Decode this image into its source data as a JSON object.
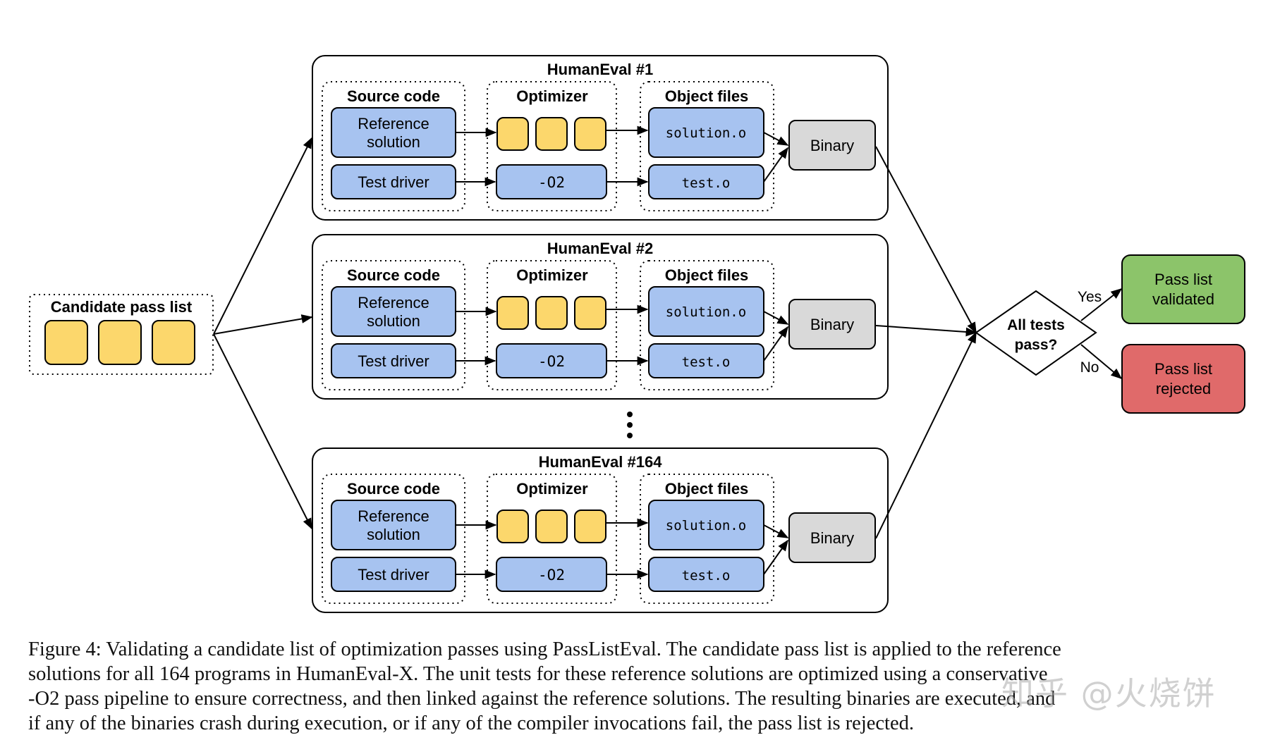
{
  "candidate": {
    "title": "Candidate pass list"
  },
  "groups": [
    {
      "title": "HumanEval #1"
    },
    {
      "title": "HumanEval #2"
    },
    {
      "title": "HumanEval #164"
    }
  ],
  "labels": {
    "source_code": "Source code",
    "optimizer": "Optimizer",
    "object_files": "Object files",
    "reference": [
      "Reference",
      "solution"
    ],
    "test_driver": "Test driver",
    "o2": "-O2",
    "solution_o": "solution.o",
    "test_o": "test.o",
    "binary": "Binary"
  },
  "decision": {
    "lines": [
      "All tests",
      "pass?"
    ],
    "yes": "Yes",
    "no": "No"
  },
  "outcomes": {
    "validated": [
      "Pass list",
      "validated"
    ],
    "rejected": [
      "Pass list",
      "rejected"
    ]
  },
  "colors": {
    "blue_fill": "#a7c3f0",
    "yellow_fill": "#fcd76c",
    "gray_fill": "#d9d9d9",
    "green_fill": "#8cc46a",
    "red_fill": "#e06a6a"
  },
  "caption": {
    "lines": [
      "Figure 4: Validating a candidate list of optimization passes using PassListEval. The candidate pass list is applied to the reference",
      "solutions for all 164 programs in HumanEval-X. The unit tests for these reference solutions are optimized using a conservative",
      "-O2 pass pipeline to ensure correctness, and then linked against the reference solutions. The resulting binaries are executed, and",
      "if any of the binaries crash during execution, or if any of the compiler invocations fail, the pass list is rejected."
    ]
  },
  "watermark": "知乎 @火烧饼"
}
